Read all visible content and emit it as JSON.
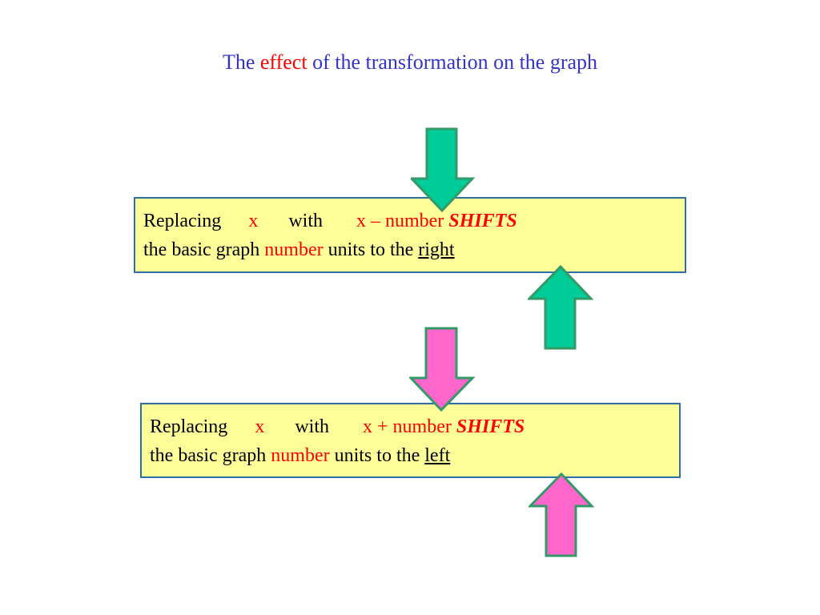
{
  "title": {
    "part1": "The ",
    "accent": "effect",
    "part2": " of the transformation on the graph"
  },
  "rules": [
    {
      "word_replacing": "Replacing",
      "var_x": "x",
      "word_with": "with",
      "expr": "x – number",
      "shifts": "SHIFTS",
      "line2_start": "the basic graph ",
      "number_word": "number",
      "line2_mid": " units to the ",
      "direction": "right"
    },
    {
      "word_replacing": "Replacing",
      "var_x": "x",
      "word_with": "with",
      "expr": "x + number",
      "shifts": "SHIFTS",
      "line2_start": "the basic graph ",
      "number_word": "number",
      "line2_mid": " units to the ",
      "direction": "left"
    }
  ],
  "colors": {
    "title": "#3333cc",
    "accent": "#ff0000",
    "box_fill": "#ffff99",
    "box_border": "#2e6fa8",
    "arrow_green": "#00cc99",
    "arrow_pink": "#ff66cc",
    "arrow_outline": "#339966"
  },
  "arrows": [
    {
      "name": "green-down-arrow-icon",
      "direction": "down"
    },
    {
      "name": "green-up-arrow-icon",
      "direction": "up"
    },
    {
      "name": "pink-down-arrow-icon",
      "direction": "down"
    },
    {
      "name": "pink-up-arrow-icon",
      "direction": "up"
    }
  ]
}
